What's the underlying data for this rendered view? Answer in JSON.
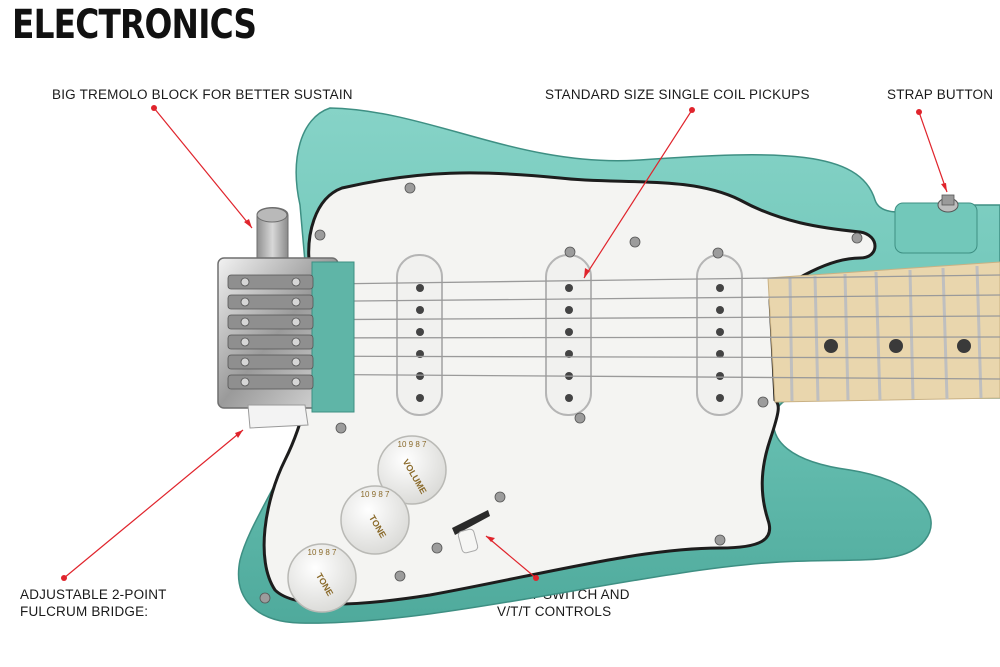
{
  "title": "ELECTRONICS",
  "callouts": [
    {
      "id": "tremolo",
      "lines": [
        "BIG TREMOLO BLOCK FOR BETTER SUSTAIN"
      ]
    },
    {
      "id": "pickups",
      "lines": [
        "STANDARD SIZE SINGLE COIL PICKUPS"
      ]
    },
    {
      "id": "strap",
      "lines": [
        "STRAP BUTTON"
      ]
    },
    {
      "id": "bridge",
      "lines": [
        "ADJUSTABLE 2-POINT",
        "FULCRUM BRIDGE:"
      ]
    },
    {
      "id": "switch",
      "lines": [
        "5-WAY SWITCH AND",
        "V/T/T CONTROLS"
      ]
    }
  ],
  "knobs": [
    {
      "label": "VOLUME",
      "numbers": "10  9  8  7"
    },
    {
      "label": "TONE",
      "numbers": "10  9  8  7"
    },
    {
      "label": "TONE",
      "numbers": "10  9  8  7"
    }
  ],
  "colors": {
    "body": "#6cc4b6",
    "pickguard": "#f4f4f2",
    "maple": "#e9d6ad",
    "callout": "#e0242c",
    "chrome": "#c9c9c9"
  }
}
